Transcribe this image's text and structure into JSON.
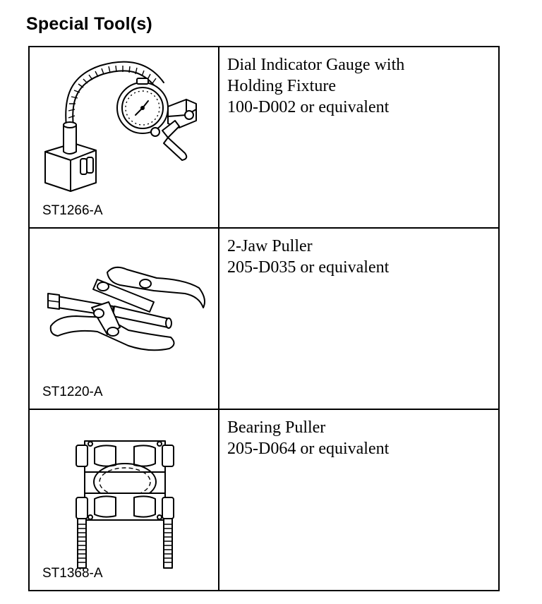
{
  "page": {
    "title": "Special Tool(s)"
  },
  "tools": [
    {
      "code": "ST1266-A",
      "lines": [
        "Dial Indicator Gauge with",
        "Holding Fixture",
        "100-D002 or equivalent"
      ],
      "icon": "dial-indicator-icon"
    },
    {
      "code": "ST1220-A",
      "lines": [
        "2-Jaw Puller",
        "205-D035 or equivalent"
      ],
      "icon": "jaw-puller-icon"
    },
    {
      "code": "ST1368-A",
      "lines": [
        "Bearing Puller",
        "205-D064 or equivalent"
      ],
      "icon": "bearing-puller-icon"
    }
  ]
}
